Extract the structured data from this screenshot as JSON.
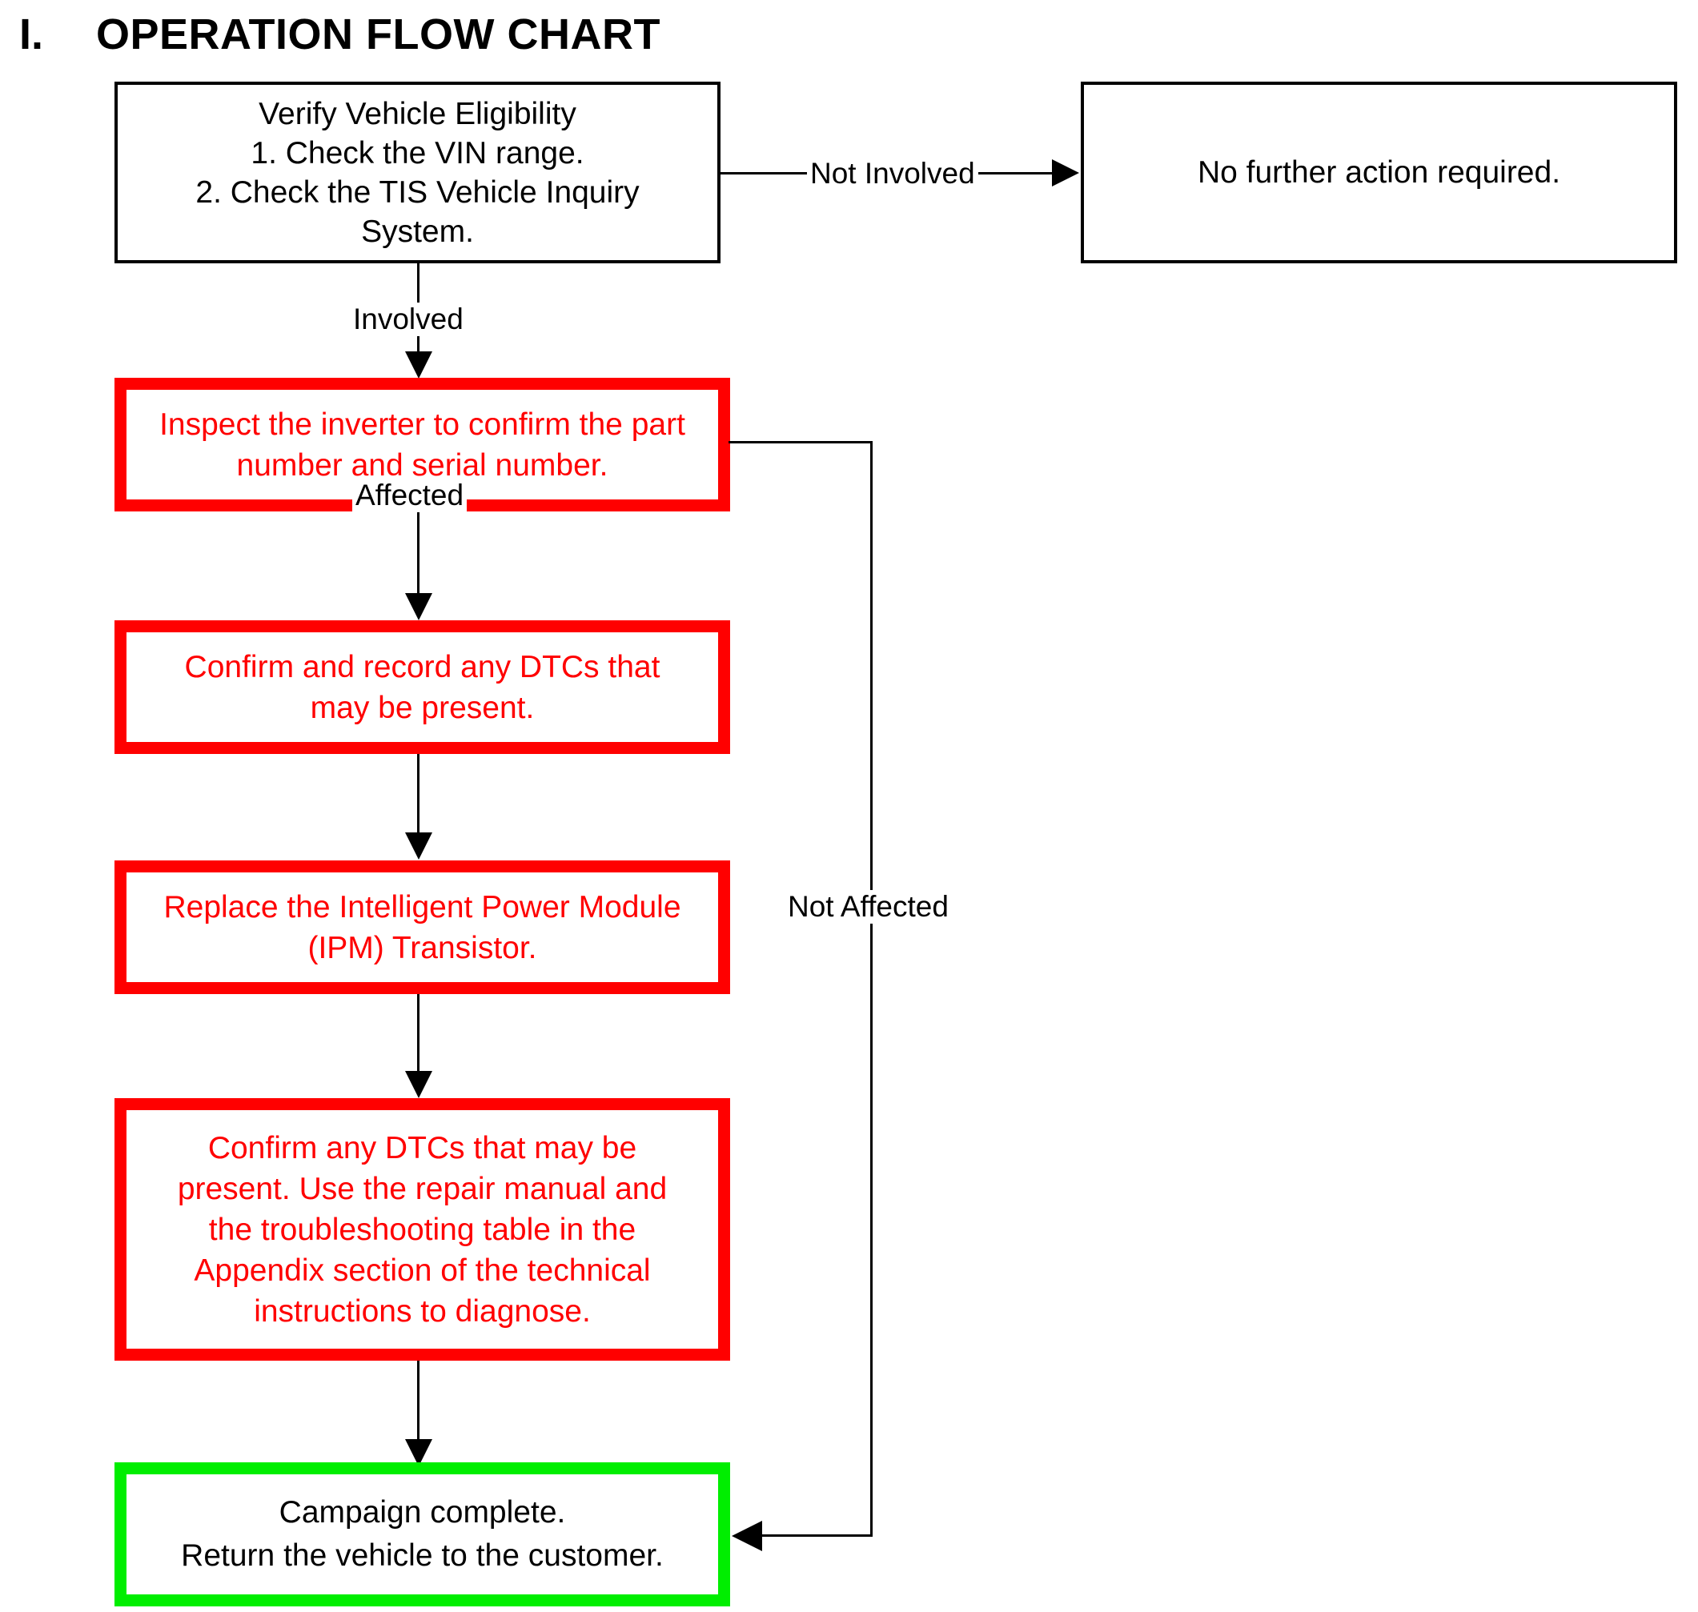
{
  "page": {
    "section_number": "I.",
    "section_title": "OPERATION FLOW CHART"
  },
  "colors": {
    "node_red": "#FF0000",
    "node_green": "#00EE00",
    "node_black": "#000000",
    "background": "#FFFFFF"
  },
  "chart_data": {
    "type": "diagram",
    "title": "OPERATION FLOW CHART",
    "nodes": [
      {
        "id": "verify",
        "label": "Verify Vehicle Eligibility\n1. Check the VIN range.\n2. Check the TIS Vehicle Inquiry System.",
        "style": "black-border",
        "text_color": "#000000"
      },
      {
        "id": "no-action",
        "label": "No further action required.",
        "style": "black-border",
        "text_color": "#000000"
      },
      {
        "id": "inspect",
        "label": "Inspect the inverter to confirm the part number and serial number.",
        "style": "red-border",
        "text_color": "#FF0000"
      },
      {
        "id": "record-dtc",
        "label": "Confirm and record any DTCs that may be present.",
        "style": "red-border",
        "text_color": "#FF0000"
      },
      {
        "id": "replace-ipm",
        "label": "Replace the Intelligent Power Module (IPM) Transistor.",
        "style": "red-border",
        "text_color": "#FF0000"
      },
      {
        "id": "confirm-dtc",
        "label": "Confirm any DTCs that may be present. Use the repair manual and the troubleshooting table in the Appendix section of the technical instructions to diagnose.",
        "style": "red-border",
        "text_color": "#FF0000"
      },
      {
        "id": "complete",
        "label": "Campaign complete.\nReturn the vehicle to the customer.",
        "style": "green-border",
        "text_color": "#000000"
      }
    ],
    "edges": [
      {
        "from": "verify",
        "to": "no-action",
        "label": "Not Involved"
      },
      {
        "from": "verify",
        "to": "inspect",
        "label": "Involved"
      },
      {
        "from": "inspect",
        "to": "record-dtc",
        "label": "Affected"
      },
      {
        "from": "inspect",
        "to": "complete",
        "label": "Not Affected"
      },
      {
        "from": "record-dtc",
        "to": "replace-ipm",
        "label": ""
      },
      {
        "from": "replace-ipm",
        "to": "confirm-dtc",
        "label": ""
      },
      {
        "from": "confirm-dtc",
        "to": "complete",
        "label": ""
      }
    ]
  },
  "nodes": {
    "verify": {
      "line1": "Verify Vehicle Eligibility",
      "line2": "1. Check the VIN range.",
      "line3": "2. Check the TIS Vehicle Inquiry",
      "line4": "System."
    },
    "no_action": {
      "line1": "No further action required."
    },
    "inspect": {
      "line1": "Inspect the inverter to confirm the part",
      "line2": "number and serial number."
    },
    "record_dtc": {
      "line1": "Confirm and record any DTCs that",
      "line2": "may be present."
    },
    "replace_ipm": {
      "line1": "Replace the Intelligent Power Module",
      "line2": "(IPM) Transistor."
    },
    "confirm_dtc": {
      "line1": "Confirm any DTCs that may be",
      "line2": "present. Use the repair manual and",
      "line3": "the troubleshooting table in the",
      "line4": "Appendix section of the technical",
      "line5": "instructions to diagnose."
    },
    "complete": {
      "line1": "Campaign complete.",
      "line2": "Return the vehicle to the customer."
    }
  },
  "edge_labels": {
    "not_involved": "Not Involved",
    "involved": "Involved",
    "affected": "Affected",
    "not_affected": "Not Affected"
  }
}
